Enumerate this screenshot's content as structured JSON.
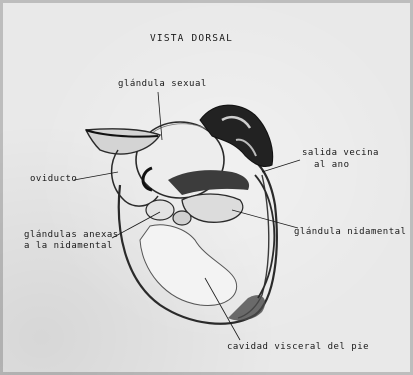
{
  "figure": {
    "title": "VISTA DORSAL",
    "labels": {
      "gonad": "glándula sexual",
      "anal_exit": [
        "salida vecina",
        "al ano"
      ],
      "oviduct": "oviducto",
      "accessory_glands": [
        "glándulas anexas",
        "a la nidamental"
      ],
      "nidamental": "glándula nidamental",
      "visceral": "cavidad visceral del pie"
    }
  },
  "colors": {
    "paper": "#e9e9e9",
    "ink": "#1a1a1a",
    "shade": "#6b6b6b"
  }
}
